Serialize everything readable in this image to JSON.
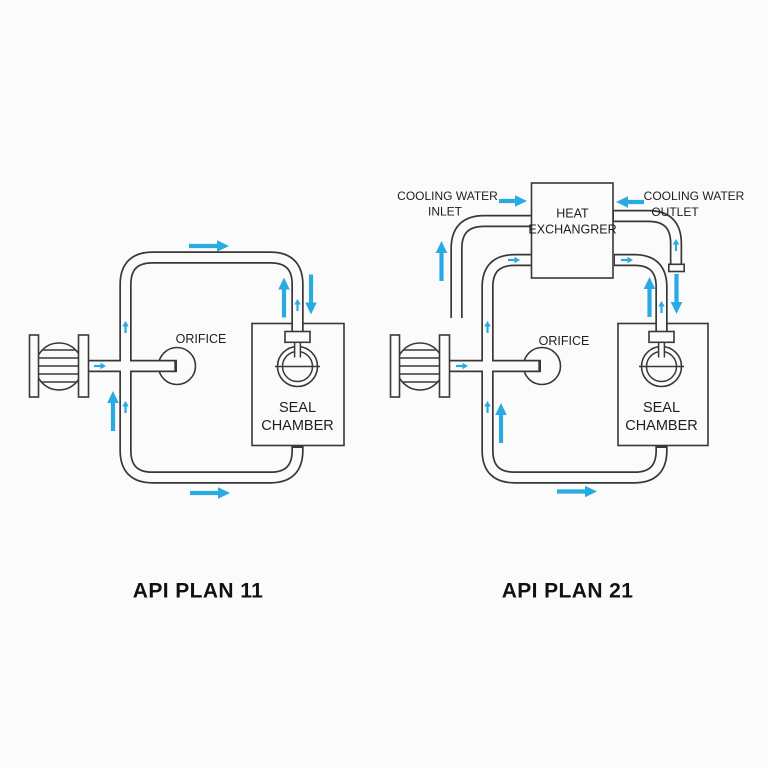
{
  "colors": {
    "arrow": "#29ABE2",
    "line": "#383838",
    "text": "#1E1E1E",
    "title": "#111111",
    "bg": "#FBFBFB"
  },
  "diagrams": [
    {
      "title": "API PLAN 11",
      "orifice_label": "ORIFICE",
      "seal_chamber_line1": "SEAL",
      "seal_chamber_line2": "CHAMBER"
    },
    {
      "title": "API PLAN 21",
      "orifice_label": "ORIFICE",
      "seal_chamber_line1": "SEAL",
      "seal_chamber_line2": "CHAMBER",
      "heat_exchanger_line1": "HEAT",
      "heat_exchanger_line2": "EXCHANGRER",
      "cooling_inlet_line1": "COOLING WATER",
      "cooling_inlet_line2": "INLET",
      "cooling_outlet_line1": "COOLING WATER",
      "cooling_outlet_line2": "OUTLET"
    }
  ]
}
